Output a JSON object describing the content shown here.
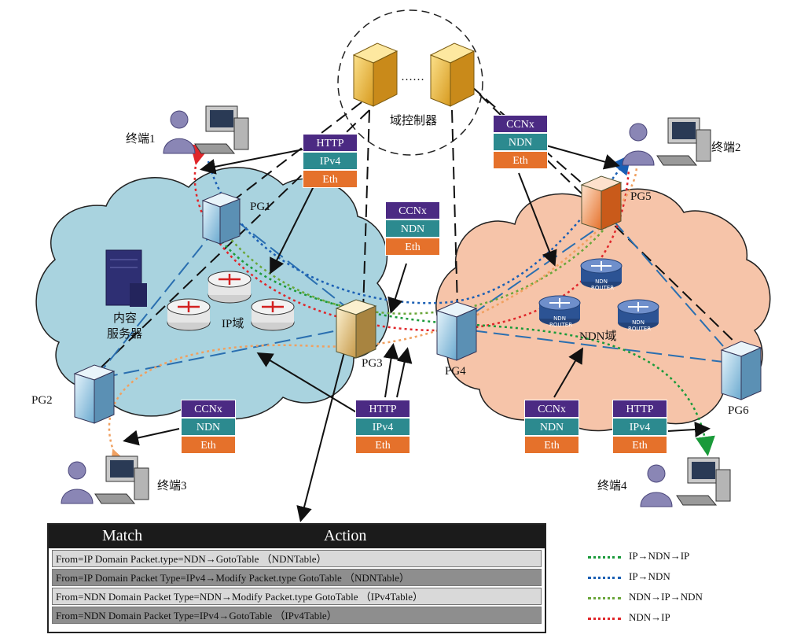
{
  "labels": {
    "controller": "域控制器",
    "ellipsis": "……",
    "pg1": "PG1",
    "pg2": "PG2",
    "pg3": "PG3",
    "pg4": "PG4",
    "pg5": "PG5",
    "pg6": "PG6",
    "terminal1": "终端1",
    "terminal2": "终端2",
    "terminal3": "终端3",
    "terminal4": "终端4",
    "ip_domain": "IP域",
    "ndn_domain": "NDN域",
    "content_server_1": "内容",
    "content_server_2": "服务器",
    "ndn_router": "NDN\nROUTER"
  },
  "stacks": {
    "http_ip": [
      "HTTP",
      "IPv4",
      "Eth"
    ],
    "ccnx_ndn": [
      "CCNx",
      "NDN",
      "Eth"
    ]
  },
  "rules_table": {
    "header_match": "Match",
    "header_action": "Action",
    "rows": [
      "From=IP Domain Packet.type=NDN→GotoTable （NDNTable）",
      "From=IP Domain Packet Type=IPv4→Modify Packet.type GotoTable （NDNTable）",
      "From=NDN Domain Packet Type=NDN→Modify Packet.type GotoTable （IPv4Table）",
      "From=NDN Domain Packet Type=IPv4→GotoTable （IPv4Table）"
    ]
  },
  "legend": [
    {
      "label": "IP→NDN→IP",
      "color": "#1a9a3a"
    },
    {
      "label": "IP→NDN",
      "color": "#1a5fb4"
    },
    {
      "label": "NDN→IP→NDN",
      "color": "#6aa63a"
    },
    {
      "label": "NDN→IP",
      "color": "#e0262a"
    }
  ],
  "colors": {
    "ip_cloud": "#a9d3df",
    "ndn_cloud": "#f6c4a9",
    "purple": "#4b2a83",
    "teal": "#2c8a8f",
    "orange": "#e5712b",
    "flow_orange": "#f0a060"
  }
}
